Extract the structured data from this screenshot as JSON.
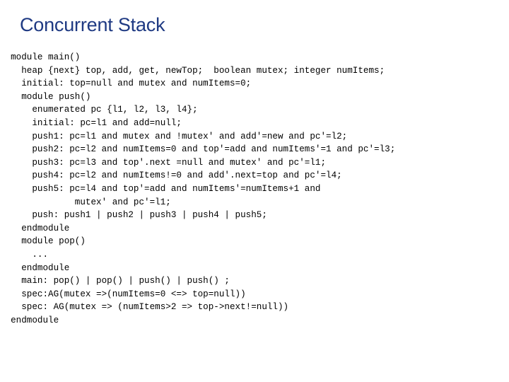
{
  "slide": {
    "title": "Concurrent Stack",
    "title_color": "#1f3a83",
    "background_color": "#ffffff",
    "text_color": "#000000"
  },
  "code": {
    "language": "model-checking-spec",
    "indent_unit": "  ",
    "lines": [
      {
        "indent": 2,
        "text": "module main()"
      },
      {
        "indent": 4,
        "text": "heap {next} top, add, get, newTop;  boolean mutex; integer numItems;"
      },
      {
        "indent": 4,
        "text": "initial: top=null and mutex and numItems=0;"
      },
      {
        "indent": 4,
        "text": "module push()"
      },
      {
        "indent": 6,
        "text": "enumerated pc {l1, l2, l3, l4};"
      },
      {
        "indent": 6,
        "text": "initial: pc=l1 and add=null;"
      },
      {
        "indent": 6,
        "text": "push1: pc=l1 and mutex and !mutex′ and add′=new and pc′=l2;"
      },
      {
        "indent": 6,
        "text": "push2: pc=l2 and numItems=0 and top′=add and numItems′=1 and pc′=l3;"
      },
      {
        "indent": 6,
        "text": "push3: pc=l3 and top′.next =null and mutex′ and pc′=l1;"
      },
      {
        "indent": 6,
        "text": "push4: pc=l2 and numItems!=0 and add′.next=top and pc′=l4;"
      },
      {
        "indent": 6,
        "text": "push5: pc=l4 and top′=add and numItems′=numItems+1 and"
      },
      {
        "indent": 14,
        "text": "mutex′ and pc′=l1;"
      },
      {
        "indent": 6,
        "text": "push: push1 | push2 | push3 | push4 | push5;"
      },
      {
        "indent": 4,
        "text": "endmodule"
      },
      {
        "indent": 4,
        "text": "module pop()"
      },
      {
        "indent": 6,
        "text": "..."
      },
      {
        "indent": 4,
        "text": "endmodule"
      },
      {
        "indent": 4,
        "text": "main: pop() | pop() | push() | push() ;"
      },
      {
        "indent": 4,
        "text": "spec:AG(mutex =>(numItems=0 <=> top=null))"
      },
      {
        "indent": 4,
        "text": "spec: AG(mutex => (numItems>2 => top->next!=null))"
      },
      {
        "indent": 2,
        "text": "endmodule"
      }
    ]
  }
}
